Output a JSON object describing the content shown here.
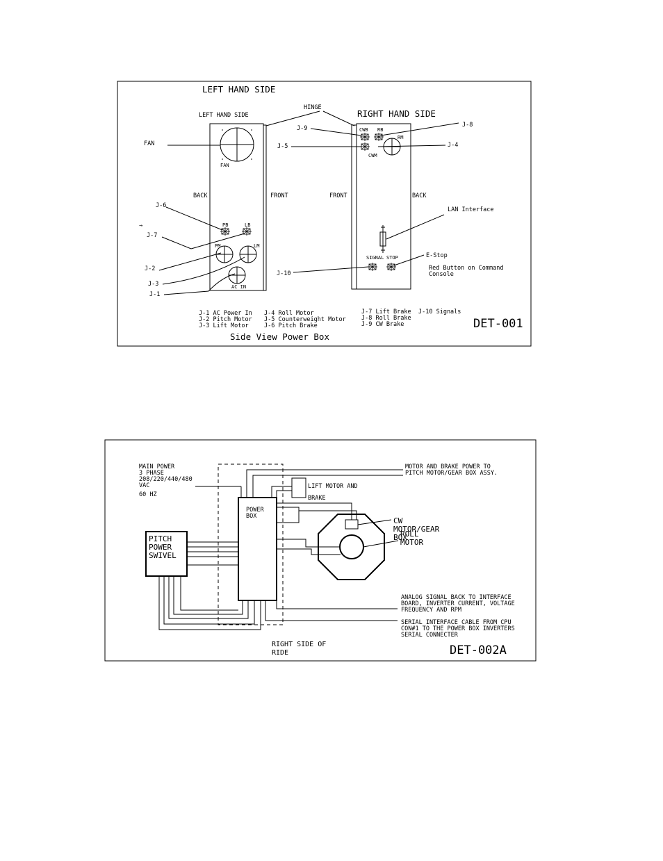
{
  "det001": {
    "title_top": "LEFT HAND SIDE",
    "left_panel_title": "LEFT HAND SIDE",
    "hinge": "HINGE",
    "right_panel_title": "RIGHT HAND SIDE",
    "fan": "FAN",
    "fan_tag": "FAN",
    "back_left": "BACK",
    "front_left": "FRONT",
    "front_right": "FRONT",
    "back_right": "BACK",
    "j1": "J-1",
    "j2": "J-2",
    "j3": "J-3",
    "j4": "J-4",
    "j5": "J-5",
    "j6": "J-6",
    "j7": "J-7",
    "j8": "J-8",
    "j9": "J-9",
    "j10": "J-10",
    "tag_pb": "PB",
    "tag_lb": "LB",
    "tag_pm": "PM",
    "tag_lm": "LM",
    "tag_acin": "AC IN",
    "tag_cwb": "CWB",
    "tag_rb": "RB",
    "tag_cwm": "CWM",
    "tag_rm": "RM",
    "tag_signal": "SIGNAL",
    "tag_stop": "STOP",
    "lan_interface": "LAN Interface",
    "estop": "E-Stop",
    "red_button_1": "Red Button on Command",
    "red_button_2": "Console",
    "legend": [
      "J-1 AC Power In",
      "J-2 Pitch Motor",
      "J-3 Lift Motor",
      "J-4 Roll Motor",
      "J-5 Counterweight Motor",
      "J-6 Pitch Brake",
      "J-7 Lift Brake",
      "J-8 Roll Brake",
      "J-9 CW Brake",
      "J-10 Signals"
    ],
    "drawing_id": "DET-001",
    "caption": "Side View Power Box",
    "arrow_mark": "→"
  },
  "det002": {
    "main_power": [
      "MAIN POWER",
      "3 PHASE",
      "208/220/440/480",
      "VAC"
    ],
    "hz": "60 HZ",
    "motor_brake_1": "MOTOR AND BRAKE POWER TO",
    "motor_brake_2": "PITCH MOTOR/GEAR BOX ASSY.",
    "lift_motor_1": "LIFT MOTOR AND",
    "lift_motor_2": "BRAKE",
    "power_box_1": "POWER",
    "power_box_2": "BOX",
    "cw_1": "CW",
    "cw_2": "MOTOR/GEAR",
    "cw_3": "BOX",
    "roll_1": "ROLL",
    "roll_2": "MOTOR",
    "swivel": [
      "PITCH",
      "POWER",
      "SWIVEL"
    ],
    "analog": [
      "ANALOG SIGNAL BACK TO INTERFACE",
      "BOARD, INVERTER CURRENT, VOLTAGE",
      "FREQUENCY AND RPM"
    ],
    "serial": [
      "SERIAL INTERFACE CABLE FROM CPU",
      "CON#1 TO THE POWER BOX INVERTERS",
      "SERIAL CONNECTER"
    ],
    "right_side_1": "RIGHT SIDE OF",
    "right_side_2": "RIDE",
    "drawing_id": "DET-002A"
  }
}
